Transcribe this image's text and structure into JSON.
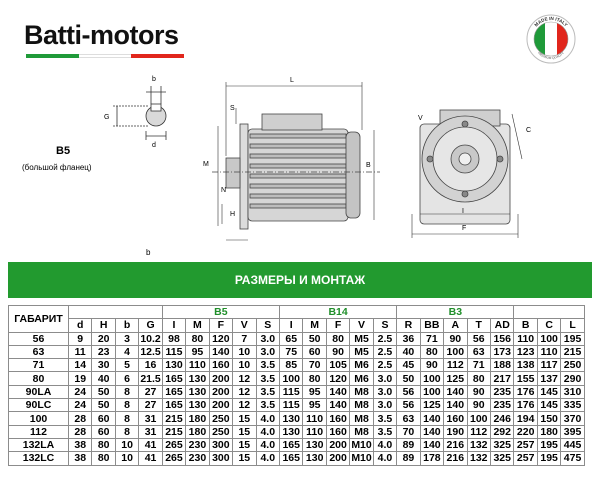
{
  "brand": {
    "name": "Batti-motors",
    "colors": [
      "#1f9a39",
      "#ffffff",
      "#e1261c"
    ]
  },
  "seal": {
    "text_top": "MADE IN ITALY",
    "text_bottom": "PREMIUM QUALITY"
  },
  "drawing": {
    "shaft_labels": {
      "b": "b",
      "G": "G",
      "d": "d"
    },
    "side_labels": {
      "L": "L",
      "S": "S",
      "M": "M",
      "N": "N",
      "B": "B",
      "H": "H"
    },
    "front_labels": {
      "V": "V",
      "C": "C",
      "I": "I",
      "F": "F"
    }
  },
  "b5": {
    "title": "B5",
    "subtitle": "(большой фланец)",
    "note": "b"
  },
  "section_title": "РАЗМЕРЫ И МОНТАЖ",
  "table": {
    "frame_header": "ГАБАРИТ",
    "groups": [
      {
        "label": "",
        "span": 4
      },
      {
        "label": "B5",
        "span": 5
      },
      {
        "label": "B14",
        "span": 5
      },
      {
        "label": "B3",
        "span": 5
      },
      {
        "label": "",
        "span": 3
      }
    ],
    "columns": [
      "d",
      "H",
      "b",
      "G",
      "I",
      "M",
      "F",
      "V",
      "S",
      "I",
      "M",
      "F",
      "V",
      "S",
      "R",
      "BB",
      "A",
      "T",
      "AD",
      "B",
      "C",
      "L"
    ],
    "rows": [
      [
        "56",
        "9",
        "20",
        "3",
        "10.2",
        "98",
        "80",
        "120",
        "7",
        "3.0",
        "65",
        "50",
        "80",
        "M5",
        "2.5",
        "36",
        "71",
        "90",
        "56",
        "156",
        "110",
        "100",
        "195"
      ],
      [
        "63",
        "11",
        "23",
        "4",
        "12.5",
        "115",
        "95",
        "140",
        "10",
        "3.0",
        "75",
        "60",
        "90",
        "M5",
        "2.5",
        "40",
        "80",
        "100",
        "63",
        "173",
        "123",
        "110",
        "215"
      ],
      [
        "71",
        "14",
        "30",
        "5",
        "16",
        "130",
        "110",
        "160",
        "10",
        "3.5",
        "85",
        "70",
        "105",
        "M6",
        "2.5",
        "45",
        "90",
        "112",
        "71",
        "188",
        "138",
        "117",
        "250"
      ],
      [
        "80",
        "19",
        "40",
        "6",
        "21.5",
        "165",
        "130",
        "200",
        "12",
        "3.5",
        "100",
        "80",
        "120",
        "M6",
        "3.0",
        "50",
        "100",
        "125",
        "80",
        "217",
        "155",
        "137",
        "290"
      ],
      [
        "90LA",
        "24",
        "50",
        "8",
        "27",
        "165",
        "130",
        "200",
        "12",
        "3.5",
        "115",
        "95",
        "140",
        "M8",
        "3.0",
        "56",
        "100",
        "140",
        "90",
        "235",
        "176",
        "145",
        "310"
      ],
      [
        "90LC",
        "24",
        "50",
        "8",
        "27",
        "165",
        "130",
        "200",
        "12",
        "3.5",
        "115",
        "95",
        "140",
        "M8",
        "3.0",
        "56",
        "125",
        "140",
        "90",
        "235",
        "176",
        "145",
        "335"
      ],
      [
        "100",
        "28",
        "60",
        "8",
        "31",
        "215",
        "180",
        "250",
        "15",
        "4.0",
        "130",
        "110",
        "160",
        "M8",
        "3.5",
        "63",
        "140",
        "160",
        "100",
        "246",
        "194",
        "150",
        "370"
      ],
      [
        "112",
        "28",
        "60",
        "8",
        "31",
        "215",
        "180",
        "250",
        "15",
        "4.0",
        "130",
        "110",
        "160",
        "M8",
        "3.5",
        "70",
        "140",
        "190",
        "112",
        "292",
        "220",
        "180",
        "395"
      ],
      [
        "132LA",
        "38",
        "80",
        "10",
        "41",
        "265",
        "230",
        "300",
        "15",
        "4.0",
        "165",
        "130",
        "200",
        "M10",
        "4.0",
        "89",
        "140",
        "216",
        "132",
        "325",
        "257",
        "195",
        "445"
      ],
      [
        "132LC",
        "38",
        "80",
        "10",
        "41",
        "265",
        "230",
        "300",
        "15",
        "4.0",
        "165",
        "130",
        "200",
        "M10",
        "4.0",
        "89",
        "178",
        "216",
        "132",
        "325",
        "257",
        "195",
        "475"
      ]
    ]
  }
}
